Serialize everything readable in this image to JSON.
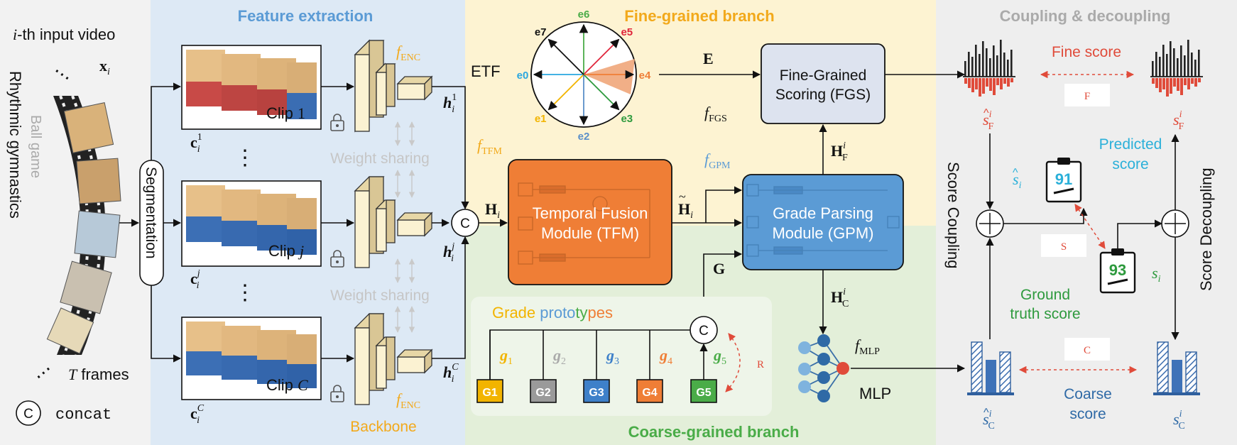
{
  "input": {
    "title_prefix": "i",
    "title_rest": "-th input video",
    "xi": "x",
    "xi_sub": "i",
    "rg": "Rhythmic gymnastics",
    "ball": "Ball game",
    "tframes_t": "T",
    "tframes_rest": " frames",
    "concat_symbol": "C",
    "concat_label": "concat"
  },
  "segmentation": "Segmentation",
  "feature": {
    "title": "Feature extraction",
    "clip1_word": "Clip ",
    "clip1_idx": "1",
    "clipj_word": "Clip ",
    "clipj_idx": "j",
    "clipC_word": "Clip ",
    "clipC_idx": "C",
    "c_base": "c",
    "c_sup1": "1",
    "c_supj": "j",
    "c_supC": "C",
    "c_sub": "i",
    "fenc_f": "f",
    "fenc_sub": "ENC",
    "h_base": "h",
    "h_sup1": "1",
    "h_supj": "j",
    "h_supC": "C",
    "h_sub": "i",
    "weight_sharing_1": "Weight sharing",
    "weight_sharing_2": "Weight sharing",
    "dots": "⋮",
    "backbone": "Backbone"
  },
  "Hi_base": "H",
  "Hi_sub": "i",
  "fine": {
    "title": "Fine-grained branch",
    "etf": "ETF",
    "e_labels": [
      "e0",
      "e1",
      "e2",
      "e3",
      "e4",
      "e5",
      "e6",
      "e7"
    ],
    "E": "E",
    "fgs_line1": "Fine-Grained",
    "fgs_line2": "Scoring (FGS)",
    "ffgs_f": "f",
    "ffgs_sub": "FGS",
    "ftfm_f": "f",
    "ftfm_sub": "TFM",
    "fgpm_f": "f",
    "fgpm_sub": "GPM",
    "HF_base": "H",
    "HF_sup": "i",
    "HF_sub": "F"
  },
  "tfm_line1": "Temporal Fusion",
  "tfm_line2": "Module (TFM)",
  "Htilde_base": "H",
  "Htilde_sub": "i",
  "gpm_line1": "Grade Parsing",
  "gpm_line2": "Module (GPM)",
  "coarse": {
    "title": "Coarse-grained branch",
    "G": "G",
    "proto_parts": [
      "Grade ",
      "proto",
      "ty",
      "pes"
    ],
    "g_base": "g",
    "g_subs": [
      "1",
      "2",
      "3",
      "4",
      "5"
    ],
    "boxes": [
      "G1",
      "G2",
      "G3",
      "G4",
      "G5"
    ],
    "R": "R",
    "HC_base": "H",
    "HC_sup": "i",
    "HC_sub": "C",
    "fmlp_f": "f",
    "fmlp_sub": "MLP",
    "mlp": "MLP"
  },
  "coupling": {
    "title": "Coupling & decoupling",
    "fine_score": "Fine score",
    "F": "F",
    "sF_base": "s",
    "sF_sup": "i",
    "sF_sub": "F",
    "predicted_1": "Predicted",
    "predicted_2": "score",
    "score_coupling": "Score Coupling",
    "score_decoupling": "Score Decoupling",
    "s_hat": "s",
    "s_sub": "i",
    "clip91": "91",
    "clip93": "93",
    "S": "S",
    "si_base": "s",
    "si_sub": "i",
    "ground_1": "Ground",
    "ground_2": "truth score",
    "C": "C",
    "coarse_1": "Coarse",
    "coarse_2": "score",
    "sC_base": "s",
    "sC_sup": "i",
    "sC_sub": "C"
  },
  "colors": {
    "feature_bg": "#dde9f5",
    "fine_bg": "#fdf3d2",
    "coarse_bg": "#e3efd9",
    "coupling_bg": "#eeeeee",
    "tfm": "#ef7e36",
    "gpm": "#5b9bd5",
    "fgs": "#dde3ef",
    "blue_title": "#5b9bd5",
    "orange_title": "#f2a91b",
    "green_title": "#4aac48",
    "red": "#e04b3a"
  }
}
